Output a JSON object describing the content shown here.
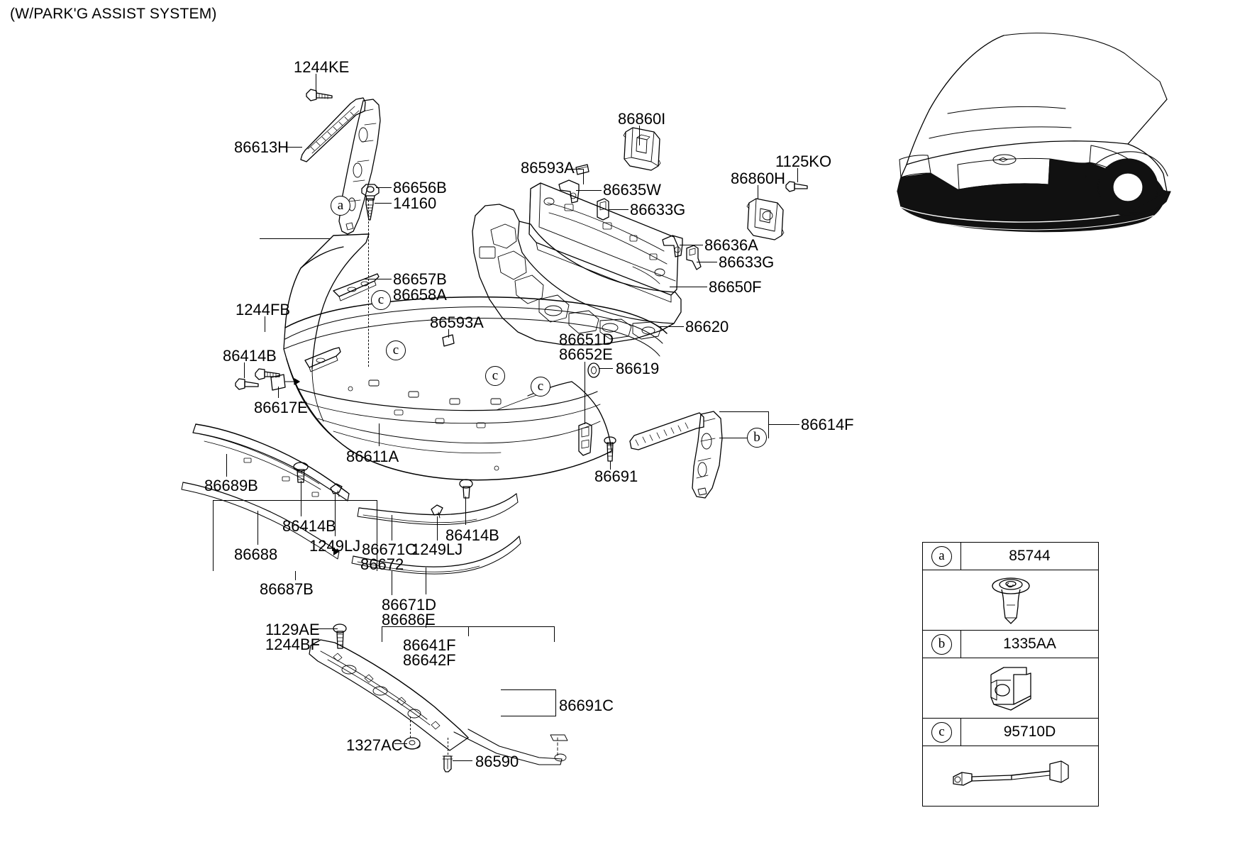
{
  "header": {
    "title": "(W/PARK'G ASSIST SYSTEM)"
  },
  "labels": {
    "l1244ke": "1244KE",
    "l86613h": "86613H",
    "l86656b": "86656B",
    "l14160": "14160",
    "l86657b": "86657B",
    "l86658a": "86658A",
    "l1244fb": "1244FB",
    "l86414b_left": "86414B",
    "l86617e": "86617E",
    "l86593a_mid": "86593A",
    "l86611a": "86611A",
    "l86593a_top": "86593A",
    "l86860i": "86860I",
    "l86635w": "86635W",
    "l86633g_top": "86633G",
    "l86636a": "86636A",
    "l86633g_bot": "86633G",
    "l86650f": "86650F",
    "l86620": "86620",
    "l86860h": "86860H",
    "l1125ko": "1125KO",
    "l86651d": "86651D",
    "l86652e": "86652E",
    "l86619": "86619",
    "l86691": "86691",
    "l86614f": "86614F",
    "l86689b": "86689B",
    "l86414b_mid": "86414B",
    "l1249lj_left": "1249LJ",
    "l86688": "86688",
    "l86687b": "86687B",
    "l86671c": "86671C",
    "l86672": "86672",
    "l1249lj_right": "1249LJ",
    "l86414b_right": "86414B",
    "l86671d": "86671D",
    "l86686e": "86686E",
    "l86641f": "86641F",
    "l86642f": "86642F",
    "l1129ae": "1129AE",
    "l1244bf": "1244BF",
    "l1327ac": "1327AC",
    "l86590": "86590",
    "l86691c": "86691C"
  },
  "callouts": {
    "a": "a",
    "b": "b",
    "c": "c"
  },
  "legend": {
    "rows": [
      {
        "key": "a",
        "part_number": "85744",
        "icon": "push-rivet-clip-icon"
      },
      {
        "key": "b",
        "part_number": "1335AA",
        "icon": "spring-nut-clip-icon"
      },
      {
        "key": "c",
        "part_number": "95710D",
        "icon": "parking-sensor-icon"
      }
    ]
  },
  "vehicle": {
    "view": "rear-three-quarter-sedan-illustration"
  },
  "colors": {
    "line": "#000000",
    "background": "#ffffff",
    "shadow": "#1a1a1a"
  }
}
